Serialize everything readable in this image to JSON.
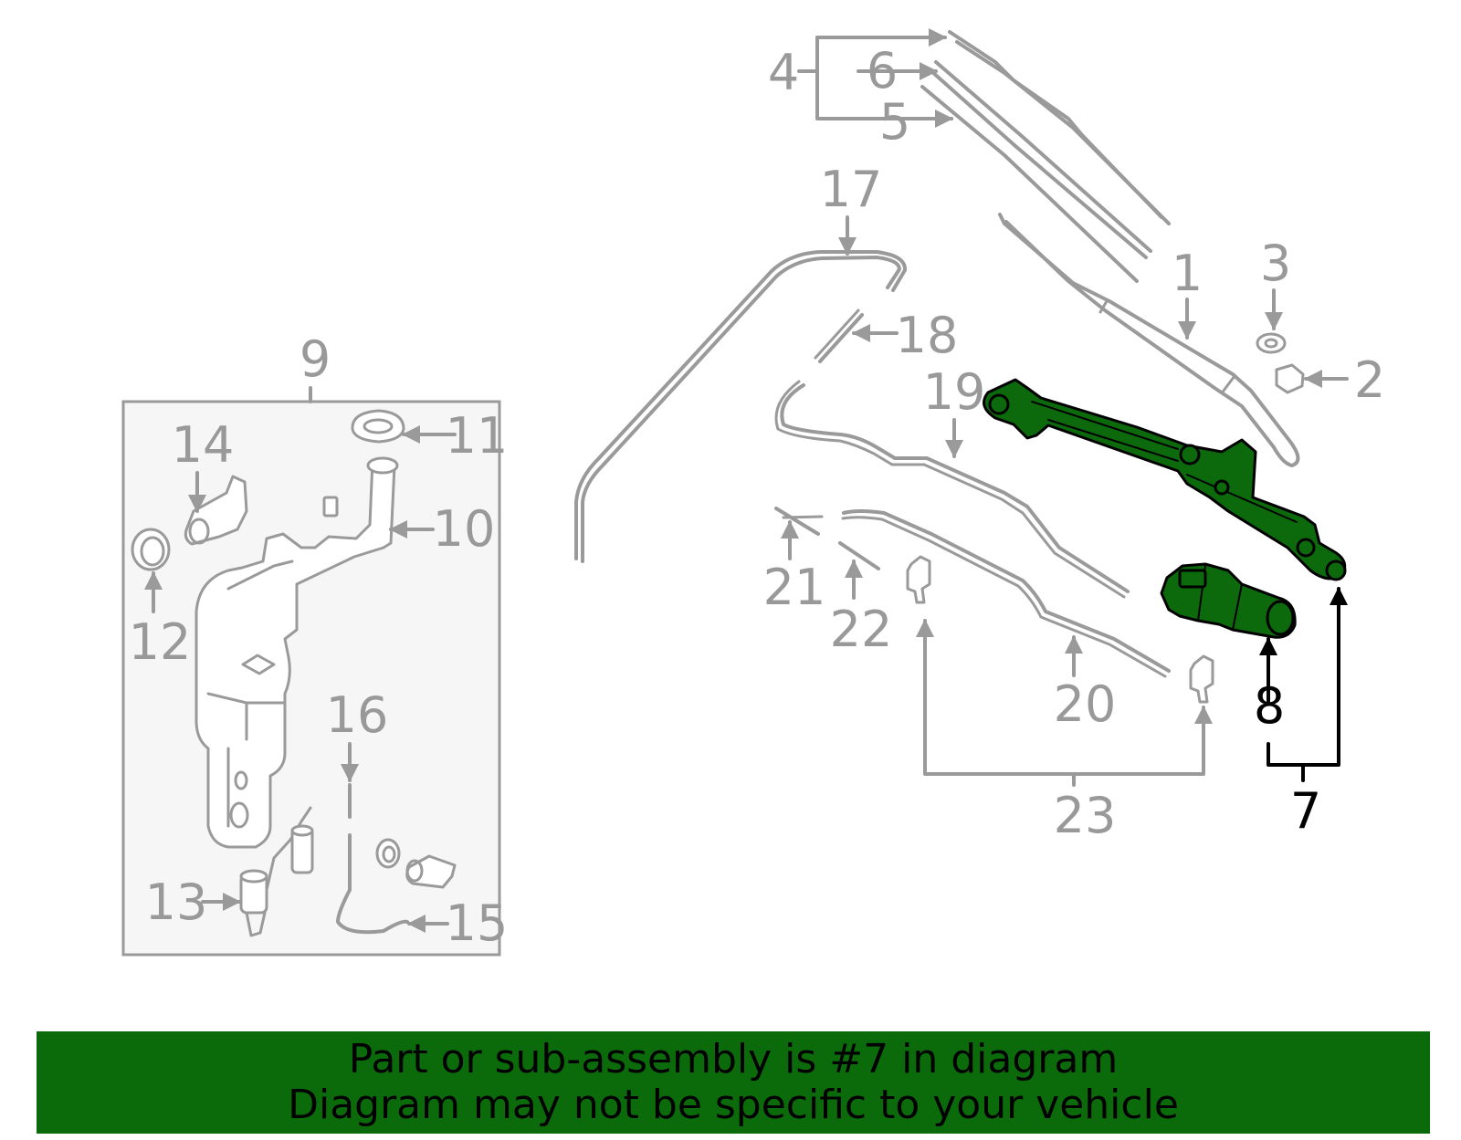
{
  "callouts": {
    "c1": "1",
    "c2": "2",
    "c3": "3",
    "c4": "4",
    "c5": "5",
    "c6": "6",
    "c7": "7",
    "c8": "8",
    "c9": "9",
    "c10": "10",
    "c11": "11",
    "c12": "12",
    "c13": "13",
    "c14": "14",
    "c15": "15",
    "c16": "16",
    "c17": "17",
    "c18": "18",
    "c19": "19",
    "c20": "20",
    "c21": "21",
    "c22": "22",
    "c23": "23"
  },
  "highlighted_part": "7",
  "colors": {
    "highlight": "#0c6a0c",
    "banner": "#0b6b0b",
    "line": "#9a9a9a"
  },
  "banner": {
    "line1": "Part or sub-assembly is #7 in diagram",
    "line2": "Diagram may not be specific to your vehicle"
  }
}
